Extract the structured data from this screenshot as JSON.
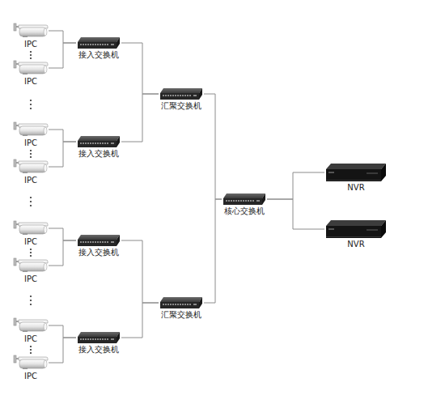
{
  "diagram": {
    "nodes": [
      {
        "text": [
          "IPC"
        ]
      },
      {
        "text": [
          "IPC"
        ]
      },
      {
        "text": [
          "IPC"
        ]
      },
      {
        "text": [
          "IPC"
        ]
      },
      {
        "text": [
          "IPC"
        ]
      },
      {
        "text": [
          "IPC"
        ]
      },
      {
        "text": [
          "IPC"
        ]
      },
      {
        "text": [
          "IPC"
        ]
      },
      {
        "text": [
          "接入交换机"
        ]
      },
      {
        "text": [
          "接入交换机"
        ]
      },
      {
        "text": [
          "接入交换机"
        ]
      },
      {
        "text": [
          "接入交换机"
        ]
      },
      {
        "text": [
          "汇聚交换机"
        ]
      },
      {
        "text": [
          "汇聚交换机"
        ]
      },
      {
        "text": [
          "核心交换机"
        ]
      },
      {
        "text": [
          "NVR"
        ]
      },
      {
        "text": [
          "NVR"
        ]
      }
    ],
    "edges": [
      {
        "from": 0,
        "to": 8,
        "arrow": "none"
      },
      {
        "from": 1,
        "to": 8,
        "arrow": "none"
      },
      {
        "from": 2,
        "to": 9,
        "arrow": "none"
      },
      {
        "from": 3,
        "to": 9,
        "arrow": "none"
      },
      {
        "from": 4,
        "to": 10,
        "arrow": "none"
      },
      {
        "from": 5,
        "to": 10,
        "arrow": "none"
      },
      {
        "from": 6,
        "to": 11,
        "arrow": "none"
      },
      {
        "from": 7,
        "to": 11,
        "arrow": "none"
      },
      {
        "from": 8,
        "to": 12,
        "arrow": "none"
      },
      {
        "from": 9,
        "to": 12,
        "arrow": "none"
      },
      {
        "from": 10,
        "to": 13,
        "arrow": "none"
      },
      {
        "from": 11,
        "to": 13,
        "arrow": "none"
      },
      {
        "from": 12,
        "to": 14,
        "arrow": "none"
      },
      {
        "from": 13,
        "to": 14,
        "arrow": "none"
      },
      {
        "from": 14,
        "to": 15,
        "arrow": "none"
      },
      {
        "from": 14,
        "to": 16,
        "arrow": "none"
      }
    ]
  }
}
